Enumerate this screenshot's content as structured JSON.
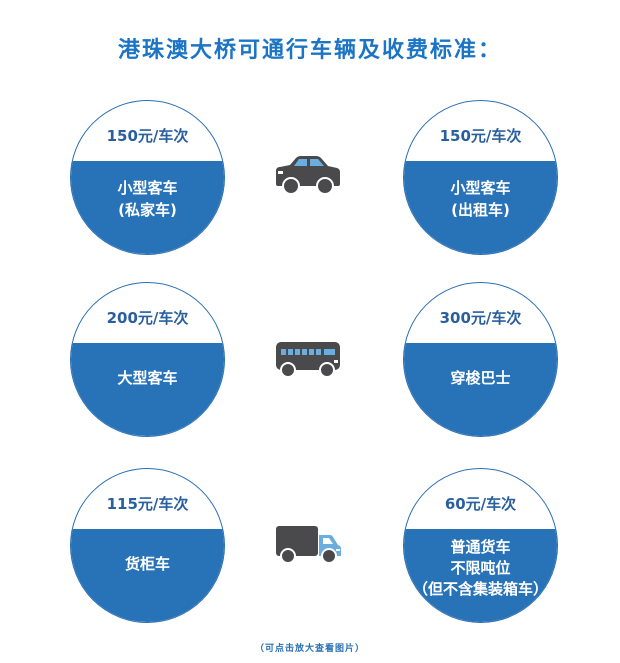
{
  "title": "港珠澳大桥可通行车辆及收费标准：",
  "colors": {
    "title": "#1b74c4",
    "circle_fill": "#2872b8",
    "price_text": "#2a5f9e",
    "icon_dark": "#4a4a4c",
    "icon_window": "#6aaee0"
  },
  "rows": [
    {
      "icon": "car-icon",
      "left": {
        "price": "150元/车次",
        "lines": [
          "小型客车",
          "(私家车)"
        ]
      },
      "right": {
        "price": "150元/车次",
        "lines": [
          "小型客车",
          "(出租车)"
        ]
      }
    },
    {
      "icon": "bus-icon",
      "left": {
        "price": "200元/车次",
        "lines": [
          "大型客车"
        ]
      },
      "right": {
        "price": "300元/车次",
        "lines": [
          "穿梭巴士"
        ]
      }
    },
    {
      "icon": "truck-icon",
      "left": {
        "price": "115元/车次",
        "lines": [
          "货柜车"
        ]
      },
      "right": {
        "price": "60元/车次",
        "lines": [
          "普通货车",
          "不限吨位",
          "（但不含集装箱车）"
        ]
      }
    }
  ],
  "footer": "（可点击放大查看图片）"
}
